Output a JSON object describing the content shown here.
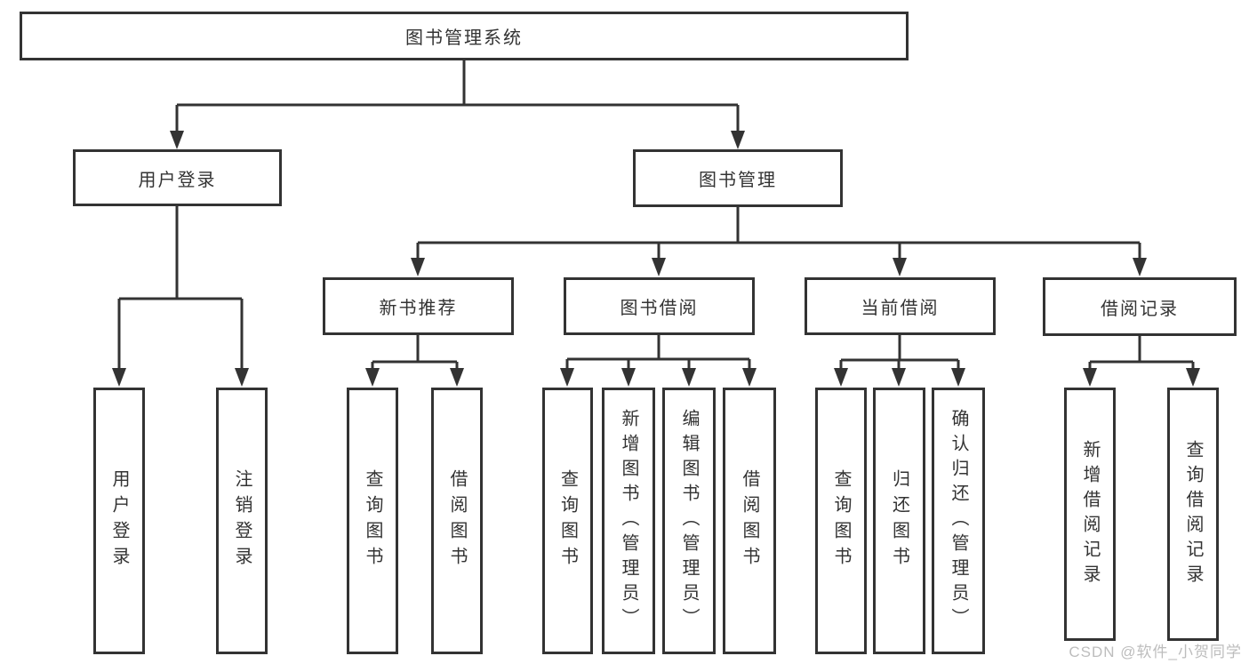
{
  "nodes": {
    "root": "图书管理系统",
    "user_login": "用户登录",
    "book_mgmt": "图书管理",
    "new_book_rec": "新书推荐",
    "book_borrow": "图书借阅",
    "current_borrow": "当前借阅",
    "borrow_records": "借阅记录",
    "leaf_user_login": "用户登录",
    "leaf_logout": "注销登录",
    "leaf_rec_query": "查询图书",
    "leaf_rec_borrow": "借阅图书",
    "leaf_bb_query": "查询图书",
    "leaf_bb_add": "新增图书（管理员）",
    "leaf_bb_edit": "编辑图书（管理员）",
    "leaf_bb_borrow": "借阅图书",
    "leaf_cb_query": "查询图书",
    "leaf_cb_return": "归还图书",
    "leaf_cb_confirm": "确认归还（管理员）",
    "leaf_br_add": "新增借阅记录",
    "leaf_br_query": "查询借阅记录"
  },
  "hierarchy": {
    "图书管理系统": {
      "用户登录": [
        "用户登录",
        "注销登录"
      ],
      "图书管理": {
        "新书推荐": [
          "查询图书",
          "借阅图书"
        ],
        "图书借阅": [
          "查询图书",
          "新增图书（管理员）",
          "编辑图书（管理员）",
          "借阅图书"
        ],
        "当前借阅": [
          "查询图书",
          "归还图书",
          "确认归还（管理员）"
        ],
        "借阅记录": [
          "新增借阅记录",
          "查询借阅记录"
        ]
      }
    }
  },
  "watermark": "CSDN @软件_小贺同学",
  "colors": {
    "line": "#333333",
    "box_border": "#333333",
    "text": "#333333",
    "watermark": "#bdbdbd",
    "background": "#ffffff"
  }
}
